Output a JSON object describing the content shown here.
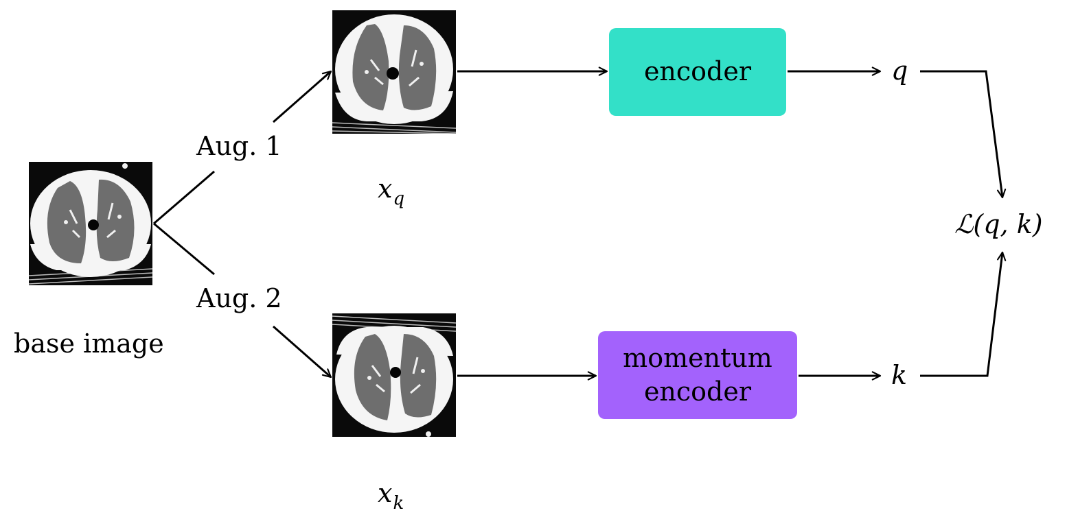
{
  "colors": {
    "encoder_fill": "#33e0c8",
    "momentum_encoder_fill": "#a362fc",
    "arrow": "#000000"
  },
  "nodes": {
    "base_image_label": "base image",
    "aug1_label": "Aug. 1",
    "aug2_label": "Aug. 2",
    "xq_var": "x",
    "xq_sub": "q",
    "xk_var": "x",
    "xk_sub": "k",
    "encoder_label": "encoder",
    "momentum_line1": "momentum",
    "momentum_line2": "encoder",
    "q_label": "q",
    "k_label": "k",
    "loss_label": "ℒ(q, k)"
  },
  "icons": {
    "base": "ct-scan-image",
    "query": "ct-scan-image",
    "key": "ct-scan-image"
  }
}
